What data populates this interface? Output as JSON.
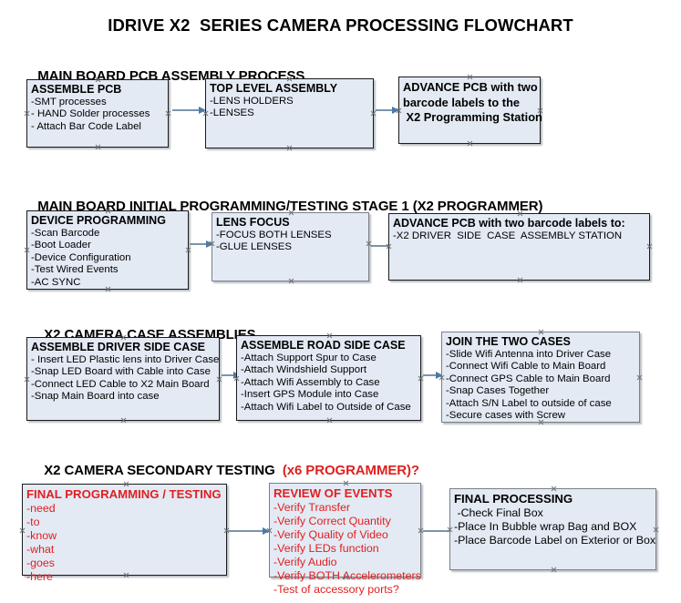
{
  "title": "IDRIVE X2  SERIES CAMERA PROCESSING FLOWCHART",
  "colors": {
    "node_fill": "#e3eaf4",
    "node_border": "#1a1a1a",
    "node_border_gray": "#7b7f87",
    "arrow": "#7b94ad",
    "red_text": "#e02020",
    "text": "#000000"
  },
  "sections": [
    {
      "header": "MAIN BOARD PCB ASSEMBLY PROCESS",
      "header_red": "",
      "nodes": [
        {
          "title": "ASSEMBLE PCB",
          "lines": [
            "-SMT processes",
            "- HAND Solder processes",
            "- Attach Bar Code Label"
          ]
        },
        {
          "title": "TOP LEVEL ASSEMBLY",
          "lines": [
            "-LENS HOLDERS",
            "-LENSES"
          ]
        },
        {
          "title": "ADVANCE PCB with two\nbarcode labels to the\n X2 Programming Station",
          "lines": []
        }
      ]
    },
    {
      "header": "MAIN BOARD INITIAL PROGRAMMING/TESTING STAGE 1 (X2 PROGRAMMER)",
      "header_red": "",
      "nodes": [
        {
          "title": "DEVICE PROGRAMMING",
          "lines": [
            "-Scan Barcode",
            "-Boot Loader",
            "-Device Configuration",
            "-Test Wired Events",
            "-AC SYNC"
          ]
        },
        {
          "title": "LENS FOCUS",
          "lines": [
            "-FOCUS BOTH LENSES",
            "-GLUE LENSES"
          ]
        },
        {
          "title": "ADVANCE PCB with two barcode labels to:",
          "lines": [
            "-X2 DRIVER  SIDE  CASE  ASSEMBLY STATION"
          ]
        }
      ]
    },
    {
      "header": "X2 CAMERA CASE ASSEMBLIES",
      "header_red": "",
      "nodes": [
        {
          "title": "ASSEMBLE DRIVER SIDE CASE",
          "lines": [
            "- Insert LED Plastic lens into Driver Case",
            "-Snap LED Board with Cable into Case",
            "-Connect LED Cable to X2 Main Board",
            "-Snap Main Board into case"
          ]
        },
        {
          "title": "ASSEMBLE ROAD SIDE CASE",
          "lines": [
            "-Attach Support Spur to Case",
            "-Attach Windshield Support",
            "-Attach Wifi Assembly to Case",
            "-Insert GPS Module into Case",
            "-Attach Wifi Label to Outside of Case"
          ]
        },
        {
          "title": "JOIN THE TWO CASES",
          "lines": [
            "-Slide Wifi Antenna into Driver Case",
            "-Connect Wifi Cable to Main Board",
            "-Connect GPS Cable to Main Board",
            "-Snap Cases Together",
            "-Attach S/N Label to outside of case",
            "-Secure cases with Screw"
          ]
        }
      ]
    },
    {
      "header": "X2 CAMERA SECONDARY TESTING  ",
      "header_red": "(x6 PROGRAMMER)?",
      "nodes": [
        {
          "title": "FINAL PROGRAMMING / TESTING",
          "lines": [
            "-need",
            "-to",
            "-know",
            "-what",
            "-goes",
            "-here"
          ]
        },
        {
          "title": "REVIEW OF EVENTS",
          "lines": [
            "-Verify Transfer",
            "-Verify Correct Quantity",
            "-Verify Quality of Video",
            "-Verify LEDs function",
            "-Verify Audio",
            "-Verify BOTH Accelerometers",
            "-Test of accessory ports?"
          ]
        },
        {
          "title": "FINAL PROCESSING",
          "lines": [
            " -Check Final Box",
            "-Place In Bubble wrap Bag and BOX",
            "-Place Barcode Label on Exterior or Box"
          ]
        }
      ]
    }
  ]
}
